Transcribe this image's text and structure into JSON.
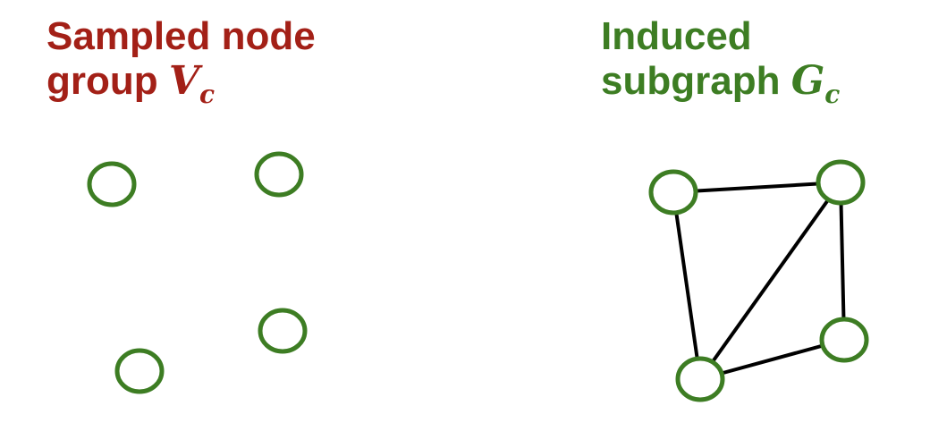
{
  "left": {
    "line1": "Sampled node",
    "line2": "group ",
    "var": "V",
    "sub": "c"
  },
  "right": {
    "line1": "Induced",
    "line2": "subgraph ",
    "var": "G",
    "sub": "c"
  },
  "colors": {
    "red": "#a32017",
    "green": "#3d7d23"
  }
}
